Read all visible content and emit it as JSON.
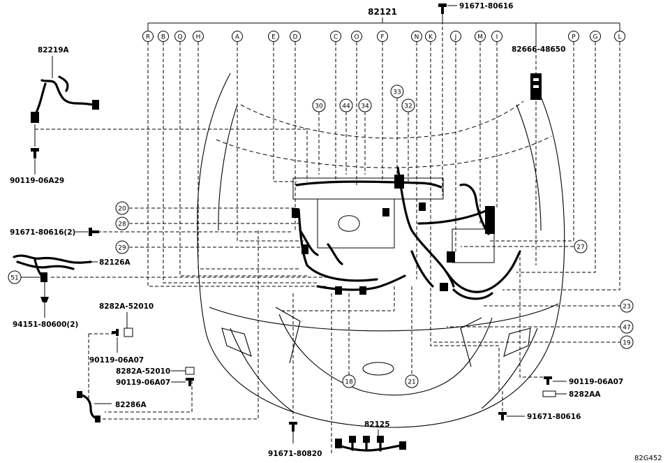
{
  "top_labels": [
    "R",
    "B",
    "Q",
    "H",
    "A",
    "E",
    "D",
    "C",
    "O",
    "F",
    "N",
    "K",
    "J",
    "M",
    "I",
    "P",
    "G",
    "L"
  ],
  "part_numbers": {
    "main_harness": "82121",
    "bolt_top": "91671-80616",
    "clip_right": "82666-48650",
    "sub_harness_left_top": "82219A",
    "bolt_left_top": "90119-06A29",
    "bolt_left_mid": "91671-80616(2)",
    "sub_harness_left_mid": "82126A",
    "clip_left_bottom": "94151-80600(2)",
    "block_a": "8282A-52010",
    "bolt_a": "90119-06A07",
    "block_b": "8282A-52010",
    "bolt_b": "90119-06A07",
    "sub_harness_left_bottom": "82286A",
    "bolt_bottom_center": "91671-80820",
    "sub_harness_bottom": "82125",
    "bolt_right_1": "90119-06A07",
    "block_right": "8282AA",
    "bolt_right_2": "91671-80616",
    "diagram_code": "82G452"
  },
  "callouts": {
    "c30": "30",
    "c44": "44",
    "c34": "34",
    "c33": "33",
    "c32": "32",
    "c20": "20",
    "c28": "28",
    "c29": "29",
    "c51": "51",
    "c27": "27",
    "c23": "23",
    "c47": "47",
    "c19": "19",
    "c18": "18",
    "c21": "21"
  }
}
